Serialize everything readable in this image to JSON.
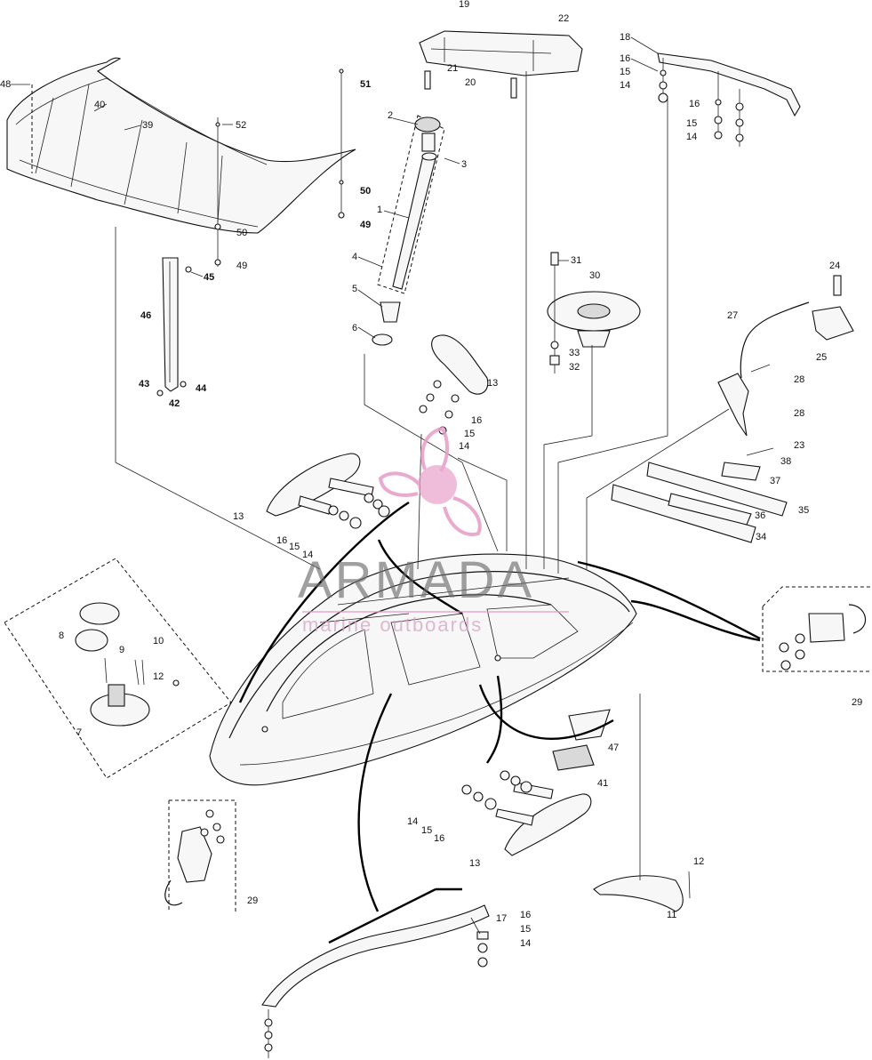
{
  "diagram": {
    "type": "exploded-parts-diagram",
    "callouts": [
      {
        "id": "c19",
        "text": "19"
      },
      {
        "id": "c22",
        "text": "22"
      },
      {
        "id": "c21",
        "text": "21"
      },
      {
        "id": "c20",
        "text": "20"
      },
      {
        "id": "c18",
        "text": "18"
      },
      {
        "id": "c16a",
        "text": "16"
      },
      {
        "id": "c15a",
        "text": "15"
      },
      {
        "id": "c14a",
        "text": "14"
      },
      {
        "id": "c16b",
        "text": "16"
      },
      {
        "id": "c15b",
        "text": "15"
      },
      {
        "id": "c14b",
        "text": "14"
      },
      {
        "id": "c48",
        "text": "48"
      },
      {
        "id": "c40",
        "text": "40"
      },
      {
        "id": "c39",
        "text": "39"
      },
      {
        "id": "c52",
        "text": "52"
      },
      {
        "id": "c51",
        "text": "51"
      },
      {
        "id": "c50a",
        "text": "50"
      },
      {
        "id": "c49a",
        "text": "49"
      },
      {
        "id": "c50b",
        "text": "50"
      },
      {
        "id": "c49b",
        "text": "49"
      },
      {
        "id": "c2",
        "text": "2"
      },
      {
        "id": "c3",
        "text": "3"
      },
      {
        "id": "c1",
        "text": "1"
      },
      {
        "id": "c4",
        "text": "4"
      },
      {
        "id": "c5",
        "text": "5"
      },
      {
        "id": "c6",
        "text": "6"
      },
      {
        "id": "c45",
        "text": "45"
      },
      {
        "id": "c46",
        "text": "46"
      },
      {
        "id": "c43",
        "text": "43"
      },
      {
        "id": "c44",
        "text": "44"
      },
      {
        "id": "c42",
        "text": "42"
      },
      {
        "id": "c31",
        "text": "31"
      },
      {
        "id": "c30",
        "text": "30"
      },
      {
        "id": "c33",
        "text": "33"
      },
      {
        "id": "c32",
        "text": "32"
      },
      {
        "id": "c24",
        "text": "24"
      },
      {
        "id": "c25",
        "text": "25"
      },
      {
        "id": "c27",
        "text": "27"
      },
      {
        "id": "c28a",
        "text": "28"
      },
      {
        "id": "c28b",
        "text": "28"
      },
      {
        "id": "c23",
        "text": "23"
      },
      {
        "id": "c38",
        "text": "38"
      },
      {
        "id": "c37",
        "text": "37"
      },
      {
        "id": "c36",
        "text": "36"
      },
      {
        "id": "c35",
        "text": "35"
      },
      {
        "id": "c34",
        "text": "34"
      },
      {
        "id": "c13a",
        "text": "13"
      },
      {
        "id": "c16c",
        "text": "16"
      },
      {
        "id": "c15c",
        "text": "15"
      },
      {
        "id": "c14c",
        "text": "14"
      },
      {
        "id": "c13b",
        "text": "13"
      },
      {
        "id": "c16d",
        "text": "16"
      },
      {
        "id": "c15d",
        "text": "15"
      },
      {
        "id": "c14d",
        "text": "14"
      },
      {
        "id": "c8",
        "text": "8"
      },
      {
        "id": "c9",
        "text": "9"
      },
      {
        "id": "c10",
        "text": "10"
      },
      {
        "id": "c12a",
        "text": "12"
      },
      {
        "id": "c7",
        "text": "7"
      },
      {
        "id": "c29a",
        "text": "29"
      },
      {
        "id": "c47",
        "text": "47"
      },
      {
        "id": "c41",
        "text": "41"
      },
      {
        "id": "c14e",
        "text": "14"
      },
      {
        "id": "c15e",
        "text": "15"
      },
      {
        "id": "c16e",
        "text": "16"
      },
      {
        "id": "c13c",
        "text": "13"
      },
      {
        "id": "c12b",
        "text": "12"
      },
      {
        "id": "c11",
        "text": "11"
      },
      {
        "id": "c29b",
        "text": "29"
      },
      {
        "id": "c17",
        "text": "17"
      },
      {
        "id": "c16f",
        "text": "16"
      },
      {
        "id": "c15f",
        "text": "15"
      },
      {
        "id": "c14f",
        "text": "14"
      }
    ]
  },
  "watermark": {
    "title": "ARMADA",
    "subtitle": "marine outboards",
    "logo": "propeller-logo",
    "colors": {
      "title": "#6b6b6b",
      "accent": "#e79cc7"
    }
  }
}
